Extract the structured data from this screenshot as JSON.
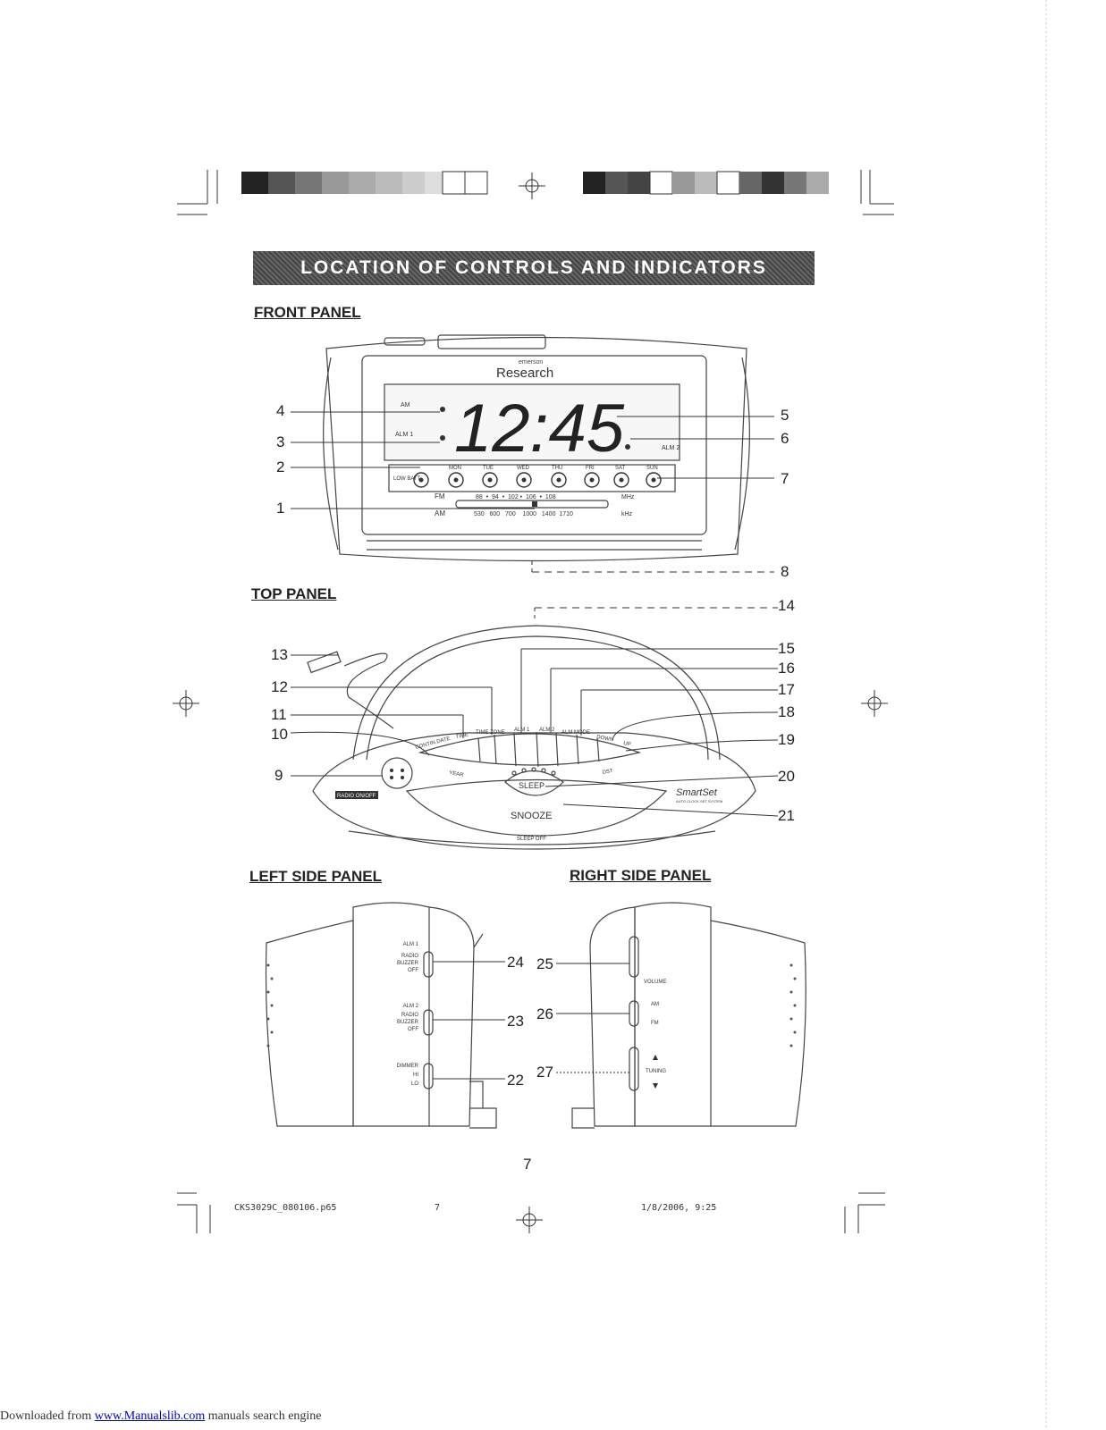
{
  "title": "LOCATION OF CONTROLS AND INDICATORS",
  "sections": {
    "front": "FRONT PANEL",
    "top": "TOP PANEL",
    "left": "LEFT SIDE PANEL",
    "right": "RIGHT SIDE PANEL"
  },
  "brand": "Research",
  "brand_small": "emerson",
  "clock_display": "12:45",
  "indicators": {
    "am": "AM",
    "alm1": "ALM 1",
    "alm2": "ALM 2"
  },
  "low_batt": "LOW BATT.",
  "days": [
    "MON",
    "TUE",
    "WED",
    "THU",
    "FRI",
    "SAT",
    "SUN"
  ],
  "dial": {
    "fm_label": "FM",
    "fm_ticks": "88  •  94  •  102 •  106  •  108",
    "fm_unit": "MHz",
    "am_label": "AM",
    "am_ticks": "530   600   700    1000   1400  1710",
    "am_unit": "kHz"
  },
  "top_buttons": [
    "CONTIN.DATE",
    "TIME",
    "TIME ZONE",
    "ALM 1",
    "ALM 2",
    "ALM MODE",
    "DOWN",
    "UP"
  ],
  "top_labels": {
    "year": "YEAR",
    "dst": "DST",
    "sleep": "SLEEP",
    "snooze": "SNOOZE",
    "sleep_off": "SLEEP OFF",
    "radio_onoff": "RADIO ON/OFF",
    "smartset": "SmartSet",
    "smartset_sub": "AUTO CLOCK SET SYSTEM"
  },
  "left_side": {
    "alm1_label": "ALM 1",
    "alm1_opts": [
      "RADIO",
      "BUZZER",
      "OFF"
    ],
    "alm2_label": "ALM 2",
    "alm2_opts": [
      "RADIO",
      "BUZZER",
      "OFF"
    ],
    "dimmer_label": "DIMMER",
    "dimmer_opts": [
      "HI",
      "LO"
    ]
  },
  "right_side": {
    "volume": "VOLUME",
    "am": "AM",
    "fm": "FM",
    "tuning": "TUNING"
  },
  "callouts": {
    "n1": "1",
    "n2": "2",
    "n3": "3",
    "n4": "4",
    "n5": "5",
    "n6": "6",
    "n7": "7",
    "n8": "8",
    "n9": "9",
    "n10": "10",
    "n11": "11",
    "n12": "12",
    "n13": "13",
    "n14": "14",
    "n15": "15",
    "n16": "16",
    "n17": "17",
    "n18": "18",
    "n19": "19",
    "n20": "20",
    "n21": "21",
    "n22": "22",
    "n23": "23",
    "n24": "24",
    "n25": "25",
    "n26": "26",
    "n27": "27"
  },
  "page_number": "7",
  "footer": {
    "file": "CKS3029C_080106.p65",
    "page": "7",
    "date": "1/8/2006, 9:25"
  },
  "bottom_note": {
    "prefix": "Downloaded from ",
    "link": "www.Manualslib.com",
    "suffix": " manuals search engine"
  }
}
